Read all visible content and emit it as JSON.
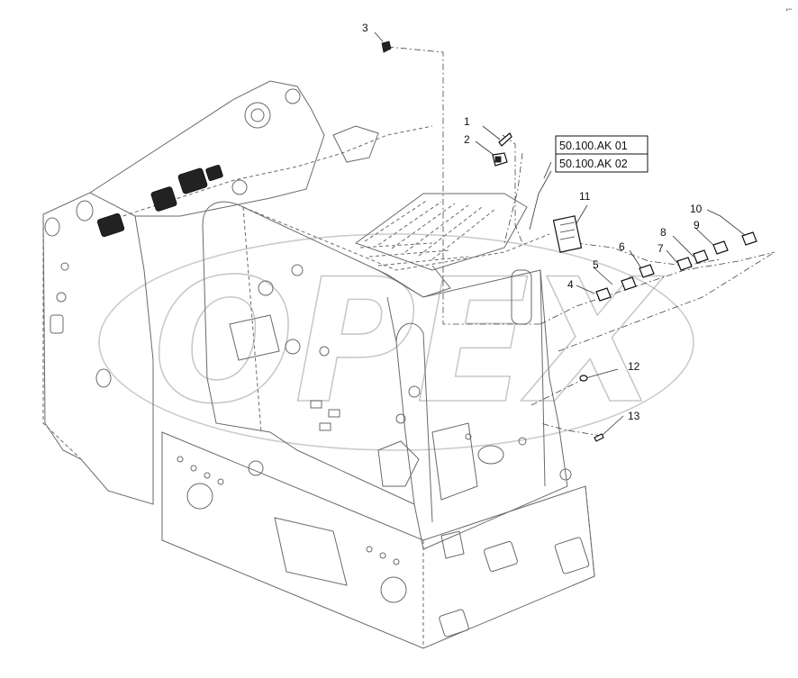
{
  "callouts": [
    {
      "id": "c1",
      "text": "1"
    },
    {
      "id": "c2",
      "text": "2"
    },
    {
      "id": "c3",
      "text": "3"
    },
    {
      "id": "c4",
      "text": "4"
    },
    {
      "id": "c5",
      "text": "5"
    },
    {
      "id": "c6",
      "text": "6"
    },
    {
      "id": "c7",
      "text": "7"
    },
    {
      "id": "c8",
      "text": "8"
    },
    {
      "id": "c9",
      "text": "9"
    },
    {
      "id": "c10",
      "text": "10"
    },
    {
      "id": "c11",
      "text": "11"
    },
    {
      "id": "c12",
      "text": "12"
    },
    {
      "id": "c13",
      "text": "13"
    }
  ],
  "references": [
    {
      "id": "ref1",
      "text": "50.100.AK 01"
    },
    {
      "id": "ref2",
      "text": "50.100.AK 02"
    }
  ],
  "watermark": {
    "text": "OPEX"
  },
  "corner_mark": {
    "text": "⌐"
  }
}
